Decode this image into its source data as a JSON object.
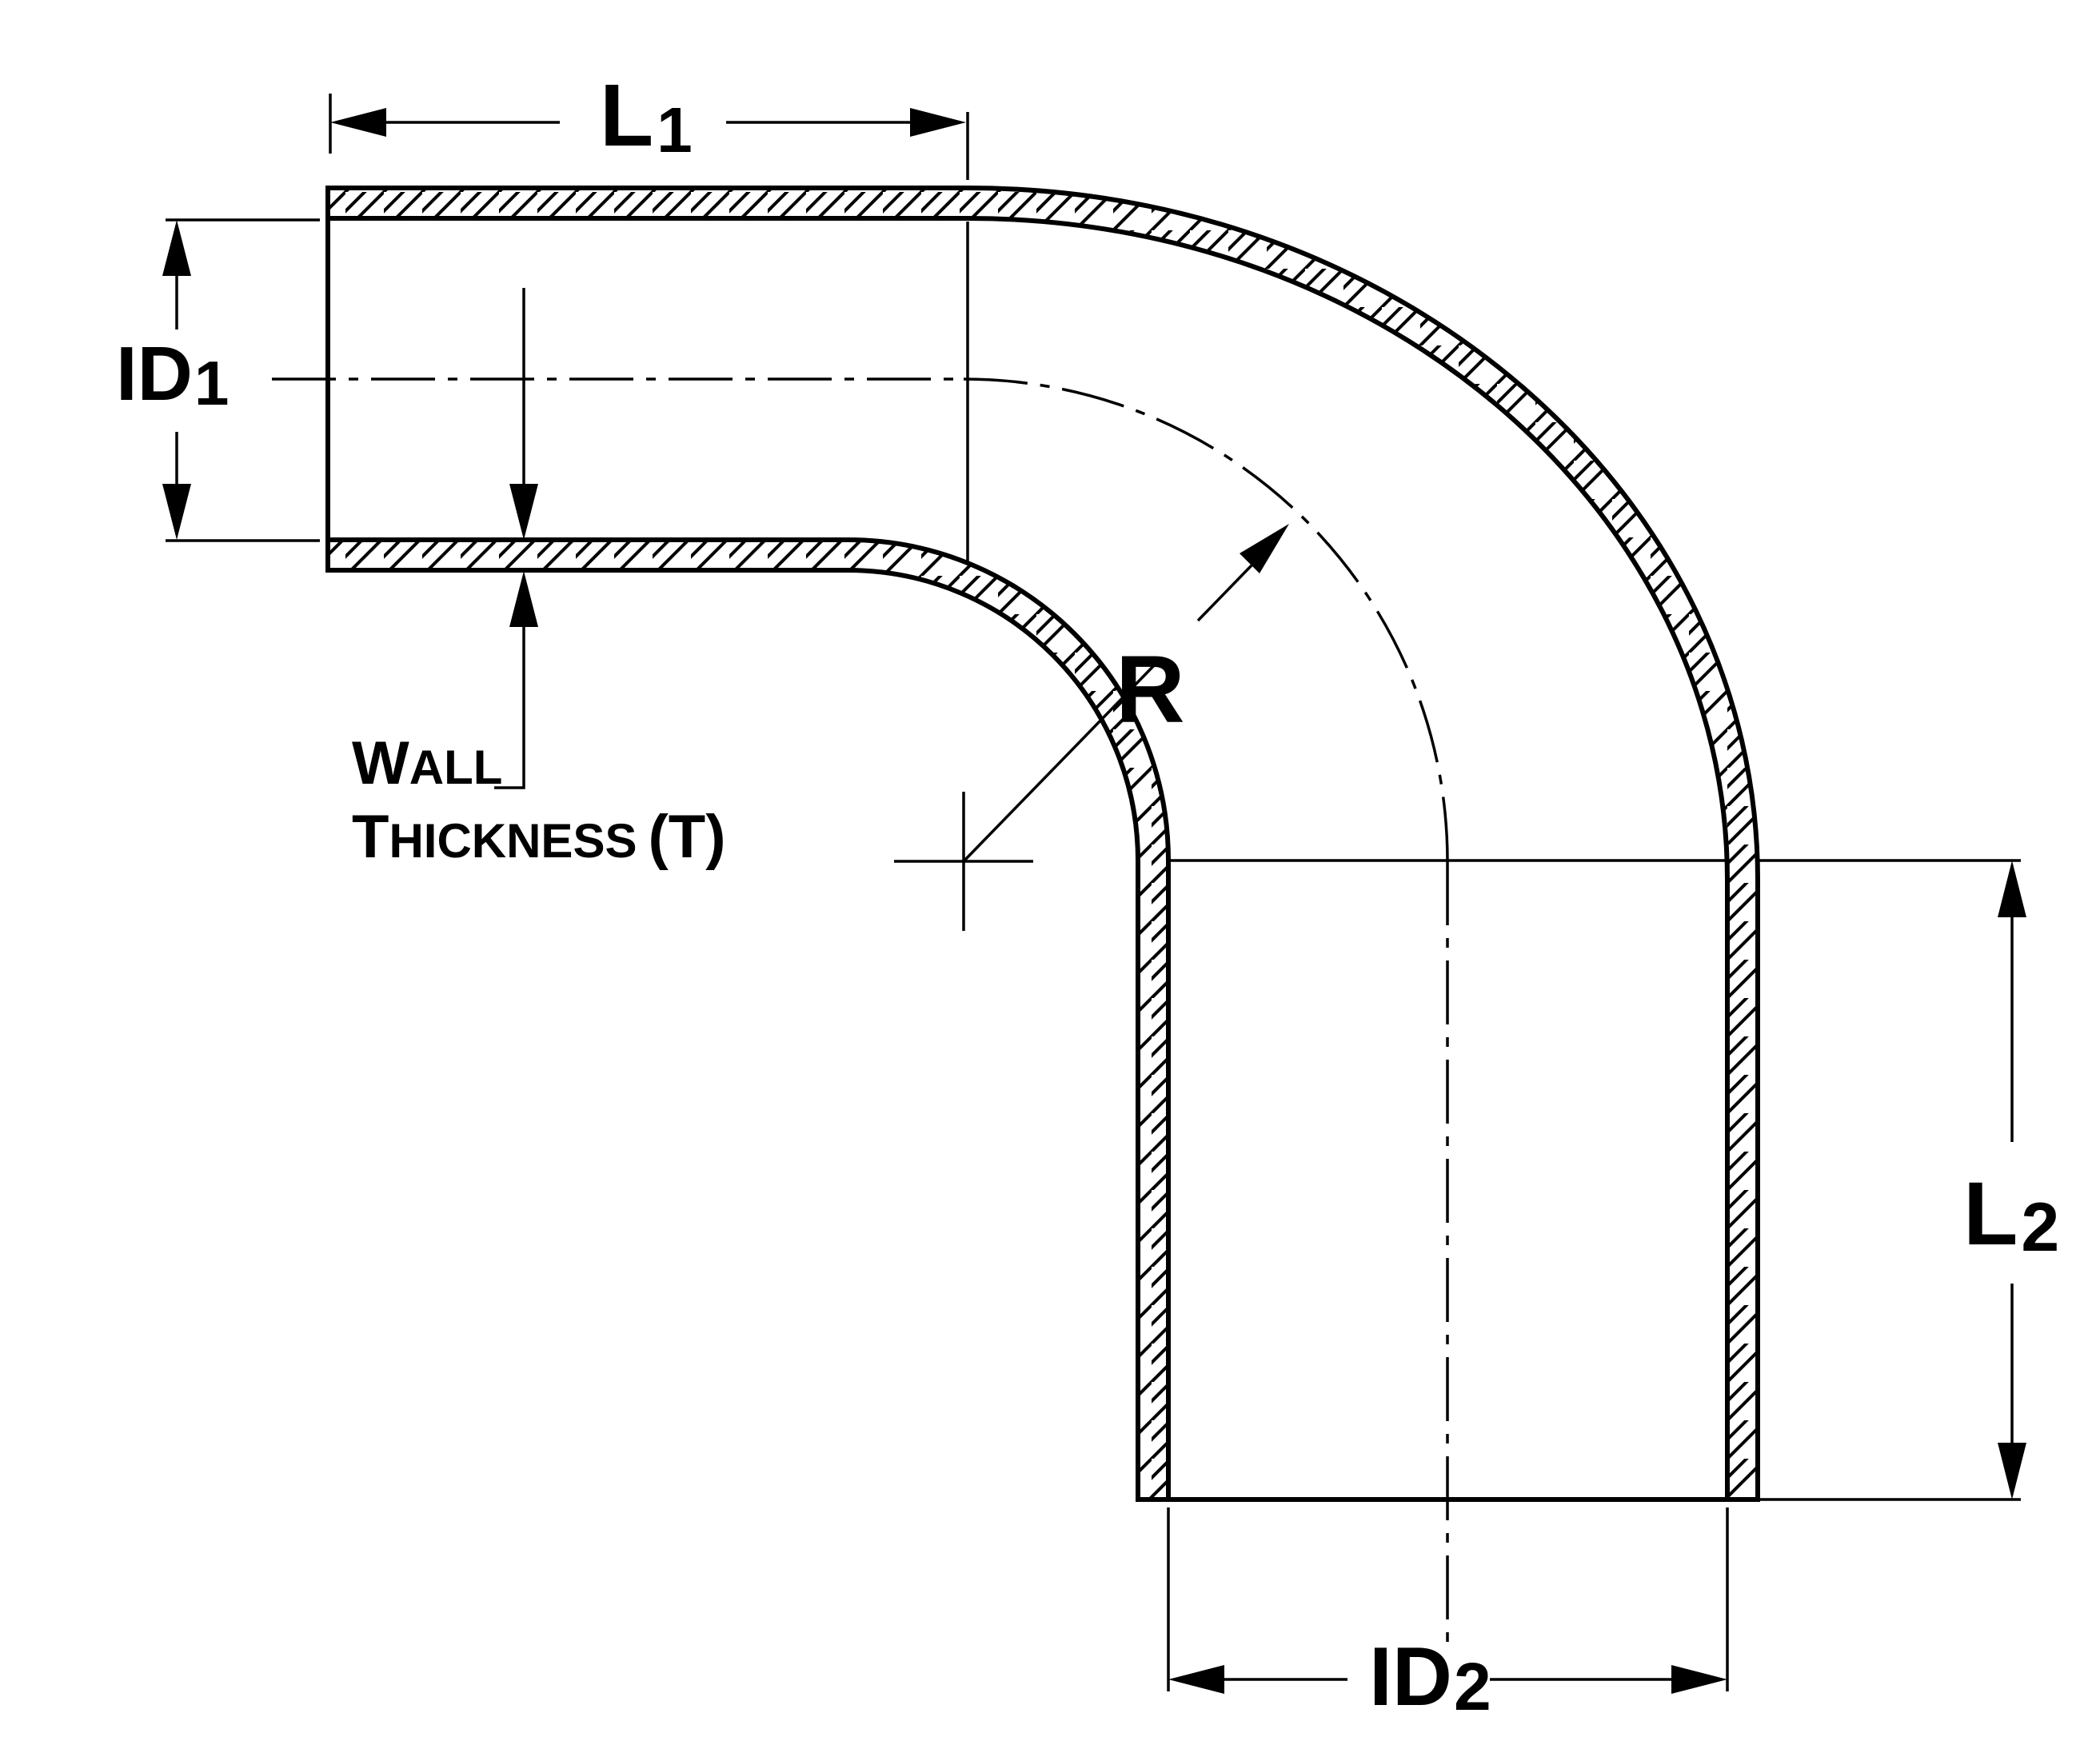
{
  "drawing": {
    "description": "Technical dimension diagram of a 90 degree elbow tube cross-section",
    "background": "#ffffff",
    "line_color": "#000000",
    "labels": {
      "l1_main": "L",
      "l1_sub": "1",
      "id1_main": "ID",
      "id1_sub": "1",
      "wall_word1_initial": "W",
      "wall_word1_rest": "ALL",
      "wall_word2_initial": "T",
      "wall_word2_rest": "HICKNESS",
      "wall_word2_paren": "(T)",
      "radius": "R",
      "l2_main": "L",
      "l2_sub": "2",
      "id2_main": "ID",
      "id2_sub": "2"
    }
  }
}
